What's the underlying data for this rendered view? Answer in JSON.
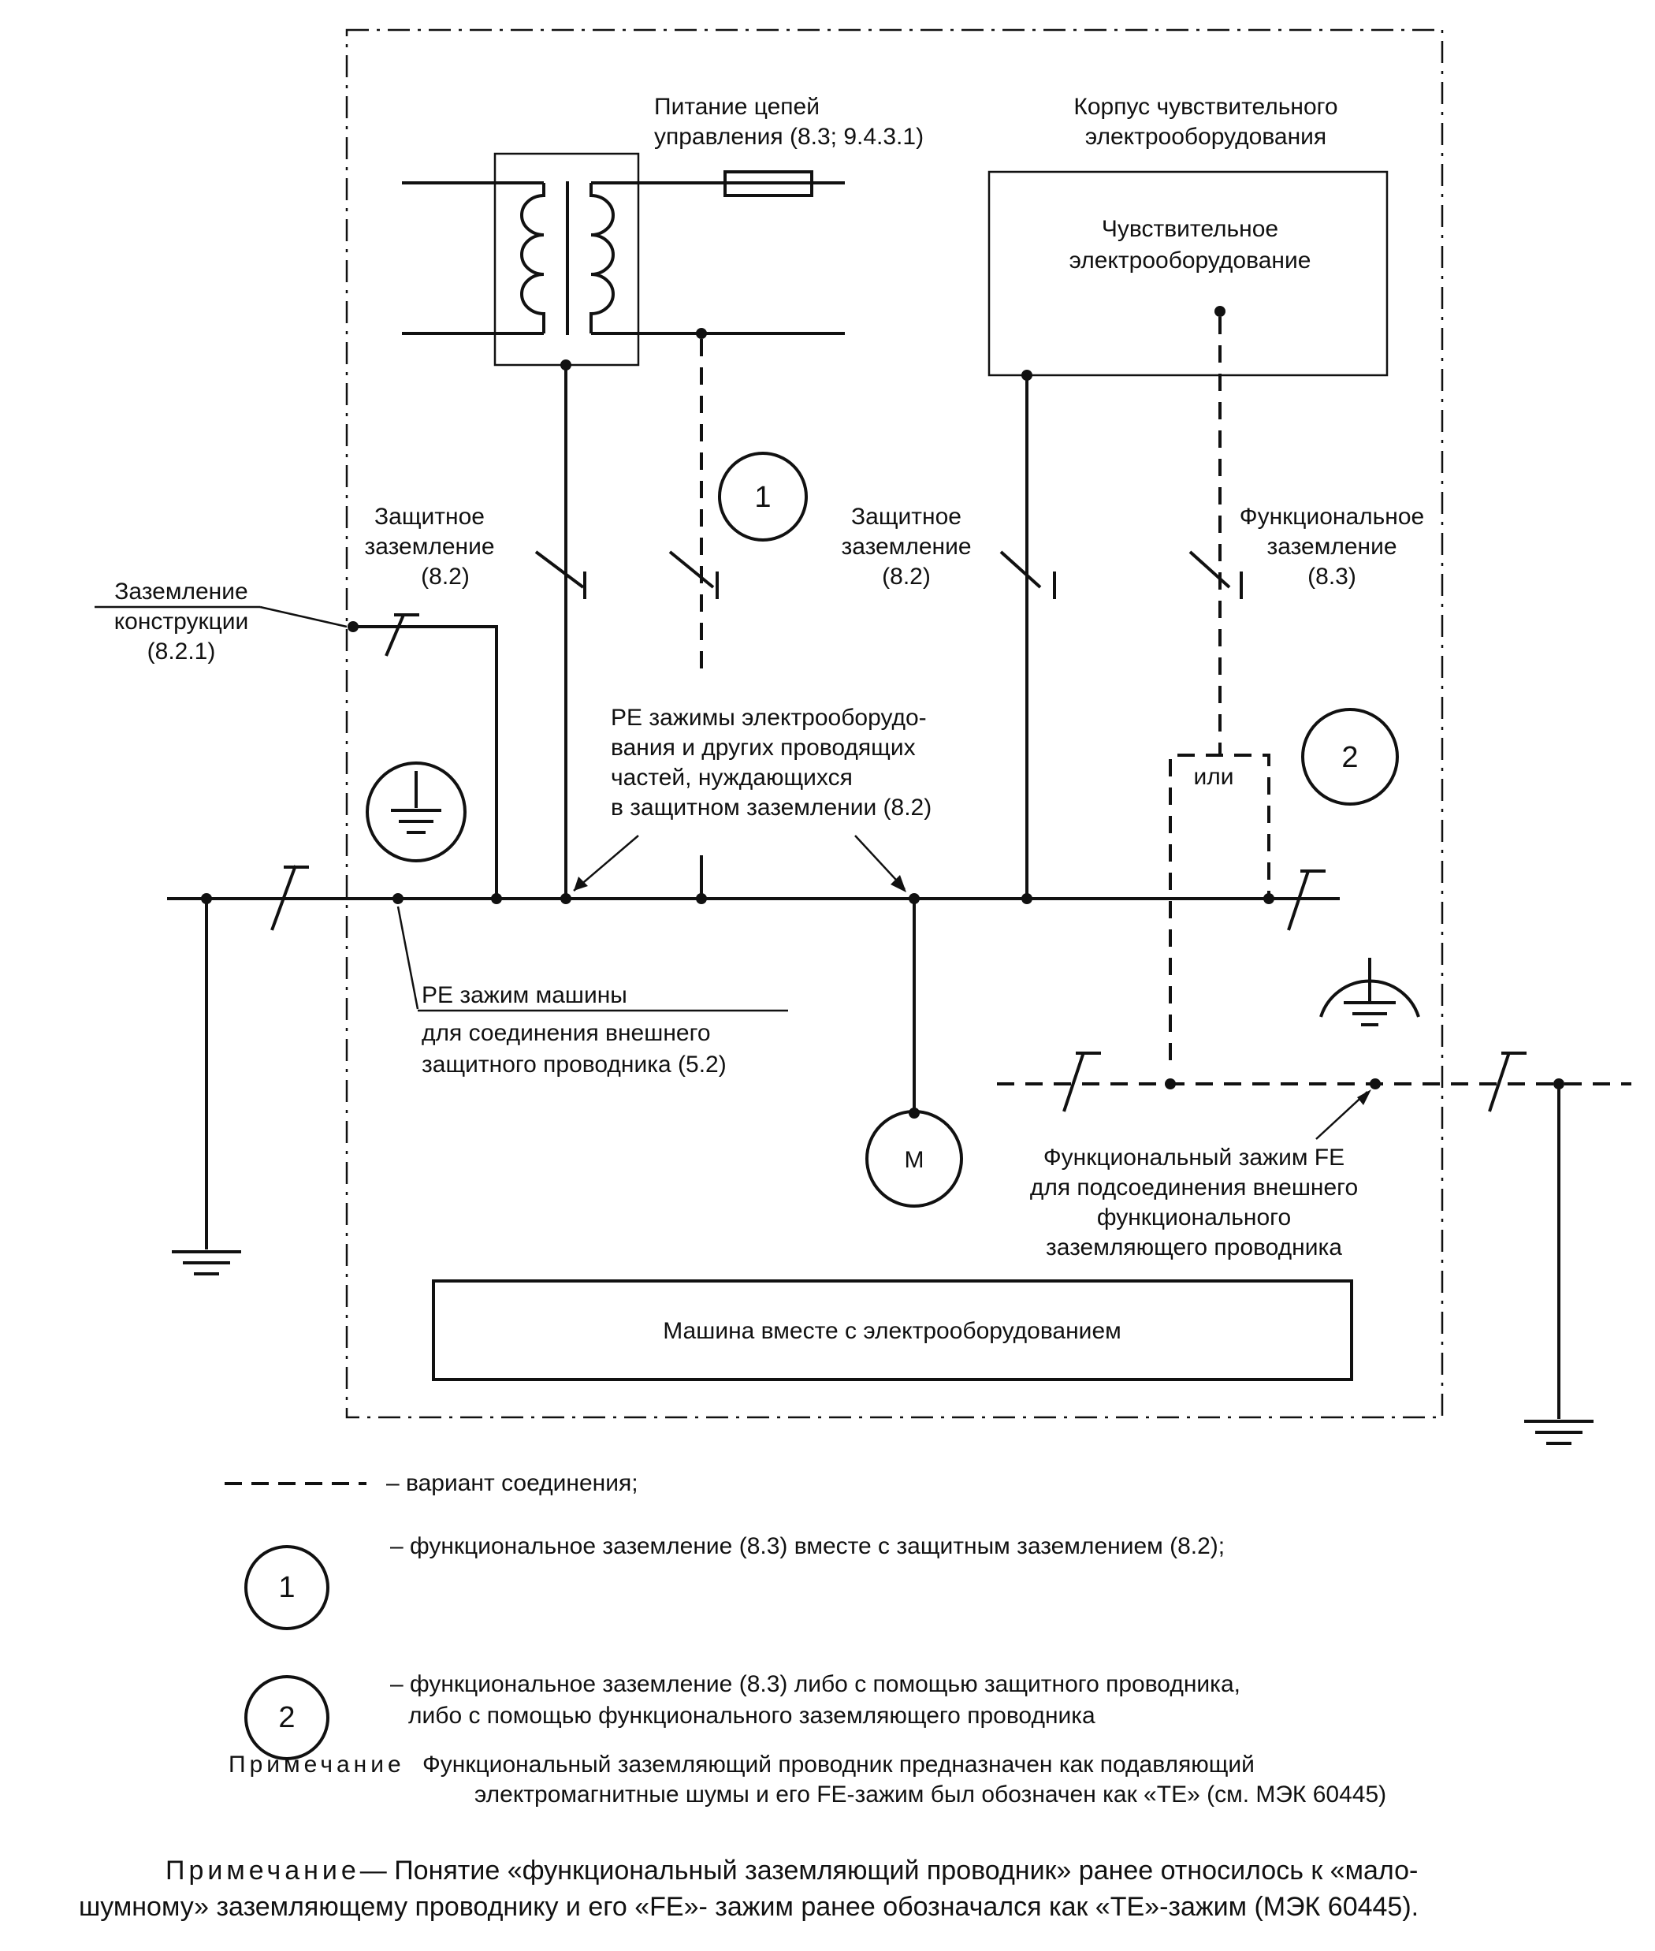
{
  "labels": {
    "control_power": [
      "Питание цепей",
      "управления (8.3; 9.4.3.1)"
    ],
    "sensitive_housing": [
      "Корпус чувствительного",
      "электрооборудования"
    ],
    "sensitive_equipment": [
      "Чувствительное",
      "электрооборудование"
    ],
    "protective_earth_1": [
      "Защитное",
      "заземление",
      "(8.2)"
    ],
    "protective_earth_2": [
      "Защитное",
      "заземление",
      "(8.2)"
    ],
    "functional_earth": [
      "Функциональное",
      "заземление",
      "(8.3)"
    ],
    "structure_earth": [
      "Заземление",
      "конструкции",
      "(8.2.1)"
    ],
    "pe_terminals": [
      "РЕ зажимы электрооборудо-",
      "вания и других проводящих",
      "частей, нуждающихся",
      "в защитном заземлении (8.2)"
    ],
    "or_label": "или",
    "pe_machine_terminal": [
      "РЕ зажим машины",
      "для соединения внешнего",
      "защитного проводника (5.2)"
    ],
    "fe_terminal": [
      "Функциональный зажим FE",
      "для подсоединения внешнего",
      "функционального",
      "заземляющего проводника"
    ],
    "motor": "M",
    "machine": "Машина вместе с электрооборудованием",
    "circle_1": "1",
    "circle_2": "2"
  },
  "legend": {
    "dashed_text": "– вариант соединения;",
    "item1_num": "1",
    "item1_text": "– функциональное заземление (8.3) вместе с защитным заземлением (8.2);",
    "item2_num": "2",
    "item2_text_line1": "– функциональное заземление (8.3) либо с помощью защитного проводника,",
    "item2_text_line2": "либо с помощью функционального заземляющего проводника",
    "note_label": "Примечание",
    "note_line1": "Функциональный заземляющий проводник предназначен как подавляющий",
    "note_line2": "электромагнитные шумы и его FE-зажим был обозначен как «ТЕ» (см. МЭК 60445)"
  },
  "final_note": {
    "label": "Примечание",
    "text_line1": "— Понятие «функциональный заземляющий проводник» ранее относилось к «мало-",
    "text_line2": "шумному» заземляющему проводнику и его   «FE»- зажим ранее обозначался как «ТЕ»-зажим (МЭК 60445)."
  }
}
